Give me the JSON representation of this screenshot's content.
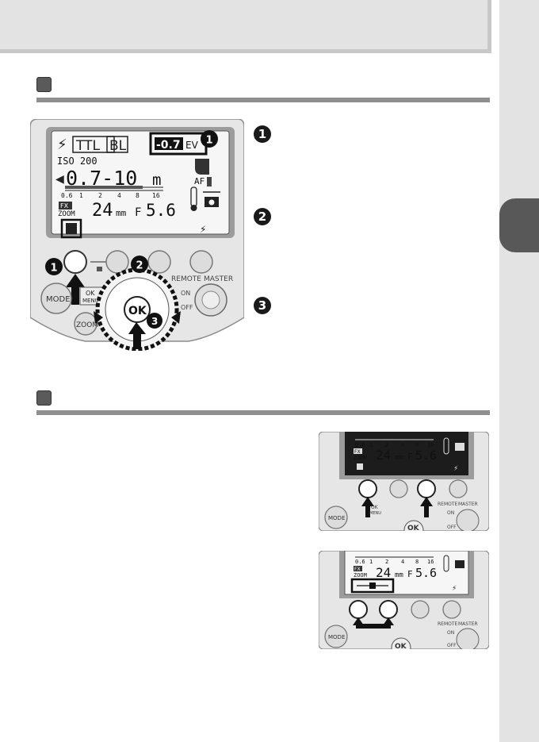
{
  "display": {
    "mode_ttl": "TTL",
    "mode_bl": "BL",
    "ev_value": "-0.7",
    "ev_unit": "EV",
    "iso": "ISO 200",
    "range": "0.7-10",
    "range_unit": "m",
    "af_label": "AF",
    "scale_ticks": [
      "0.6",
      "1",
      "2",
      "4",
      "8",
      "16"
    ],
    "fx_label": "FX",
    "zoom_label": "ZOOM",
    "zoom_value": "24",
    "zoom_unit": "mm",
    "fnumber_prefix": "F",
    "fnumber": "5.6"
  },
  "controls": {
    "mode": "MODE",
    "ok_menu_ok": "OK",
    "ok_menu_menu": "MENU",
    "remote": "REMOTE",
    "master": "MASTER",
    "on": "ON",
    "off": "OFF",
    "zoom_button": "ZOOM",
    "ok_button": "OK"
  },
  "step_markers": [
    "1",
    "2",
    "3"
  ]
}
